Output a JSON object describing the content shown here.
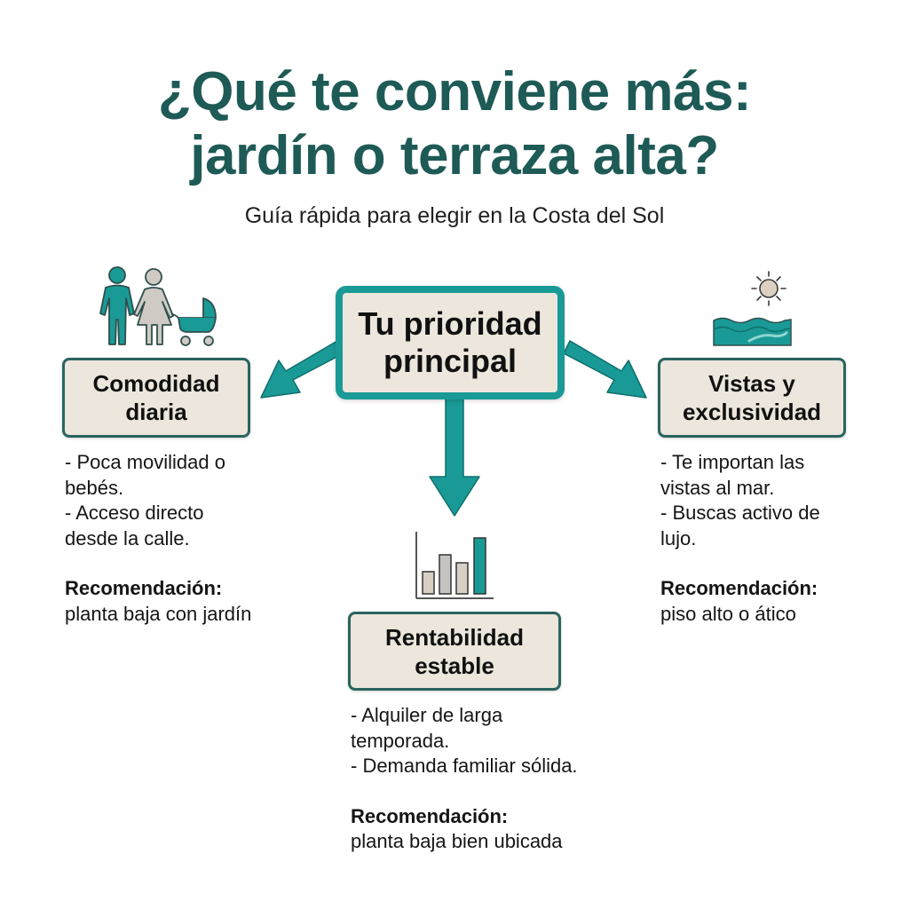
{
  "header": {
    "title_line1": "¿Qué te conviene más:",
    "title_line2": "jardín o terraza alta?",
    "subtitle": "Guía rápida para elegir en la Costa del Sol"
  },
  "hub": {
    "line1": "Tu prioridad",
    "line2": "principal"
  },
  "options": [
    {
      "icon": "family-stroller-icon",
      "title_line1": "Comodidad",
      "title_line2": "diaria",
      "bullets": [
        "- Poca movilidad o bebés.",
        "- Acceso directo desde la calle."
      ],
      "bullet_lines": [
        "- Poca movilidad o",
        "bebés.",
        "- Acceso directo",
        "desde la calle."
      ],
      "rec_label": "Recomendación:",
      "rec_value": "planta baja con jardín"
    },
    {
      "icon": "bar-chart-icon",
      "title_line1": "Rentabilidad",
      "title_line2": "estable",
      "bullets": [
        "- Alquiler de larga temporada.",
        "- Demanda familiar sólida."
      ],
      "bullet_lines": [
        "- Alquiler de larga",
        "temporada.",
        "- Demanda familiar sólida."
      ],
      "rec_label": "Recomendación:",
      "rec_value": "planta baja bien ubicada"
    },
    {
      "icon": "sun-sea-icon",
      "title_line1": "Vistas y",
      "title_line2": "exclusividad",
      "bullets": [
        "- Te importan las vistas al mar.",
        "- Buscas activo de lujo."
      ],
      "bullet_lines": [
        "- Te importan las",
        "vistas al mar.",
        "- Buscas activo de",
        "lujo."
      ],
      "rec_label": "Recomendación:",
      "rec_value": "piso alto o ático"
    }
  ],
  "colors": {
    "title": "#1e5a56",
    "accent_teal": "#1a9a96",
    "box_fill": "#ece6dc",
    "box_border": "#2a6460",
    "neutral_gray": "#c9c6c0"
  }
}
